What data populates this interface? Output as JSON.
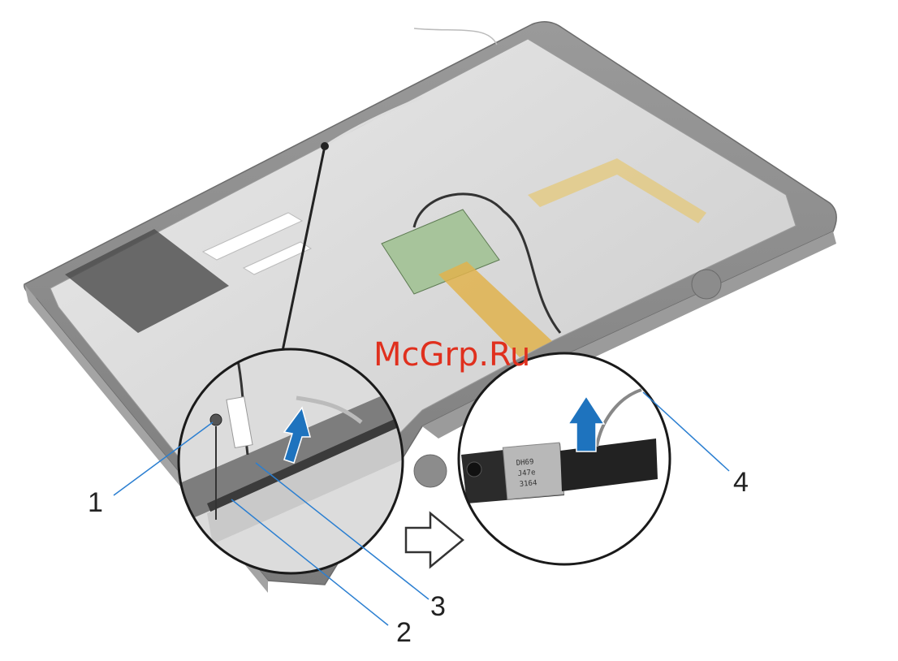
{
  "watermark": "McGrp.Ru",
  "callouts": [
    {
      "id": "1",
      "label": "1"
    },
    {
      "id": "2",
      "label": "2"
    },
    {
      "id": "3",
      "label": "3"
    },
    {
      "id": "4",
      "label": "4"
    }
  ],
  "camera_module_text": [
    "DH69",
    "J47e",
    "3164"
  ],
  "colors": {
    "frame": "#8e8e8e",
    "panel": "#d4d4d4",
    "leader": "#2b7fd1",
    "arrow": "#1e73be",
    "watermark": "#e0301e",
    "board": "#a7c49b",
    "flex_cable": "#e0b34d"
  }
}
